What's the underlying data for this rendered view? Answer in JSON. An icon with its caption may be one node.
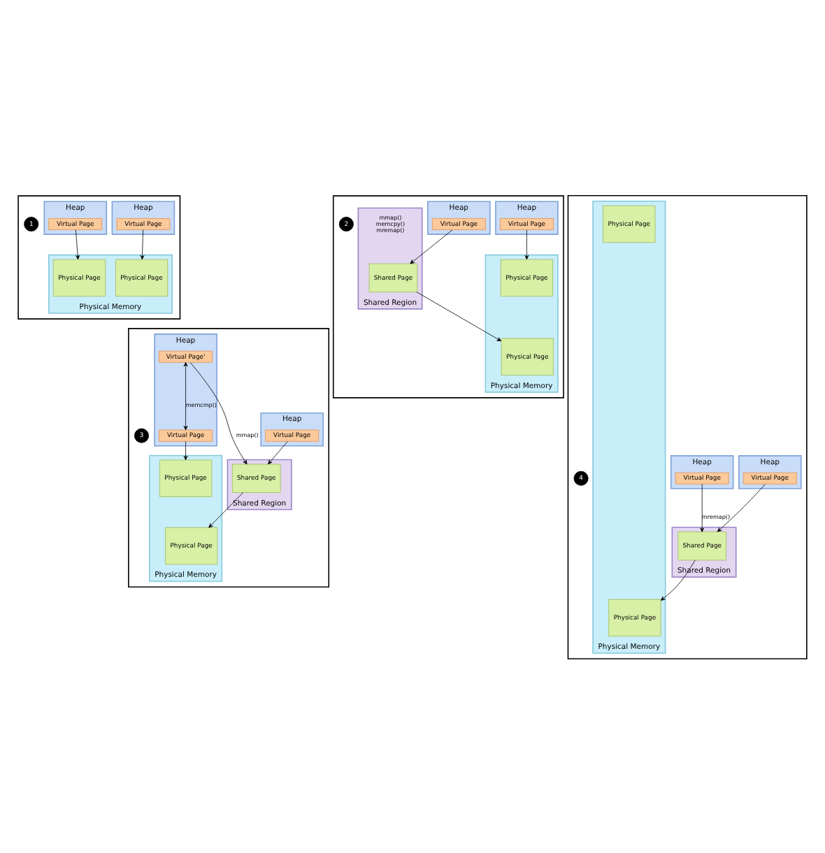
{
  "diagram": {
    "nodes": [
      {
        "text": [],
        "shape": "box"
      },
      {
        "text": [
          "1"
        ],
        "in": 0
      },
      {
        "text": [
          "Heap"
        ],
        "in": 0
      },
      {
        "text": [
          "Virtual Page"
        ],
        "in": 2
      },
      {
        "text": [
          "Heap"
        ],
        "in": 0
      },
      {
        "text": [
          "Virtual Page"
        ],
        "in": 4
      },
      {
        "text": [
          "Physical Memory"
        ],
        "in": 0
      },
      {
        "text": [
          "Physical Page"
        ],
        "in": 6
      },
      {
        "text": [
          "Physical Page"
        ],
        "in": 6
      },
      {
        "text": [],
        "shape": "box"
      },
      {
        "text": [
          "2"
        ],
        "in": 9
      },
      {
        "text": [
          "Heap"
        ],
        "in": 9
      },
      {
        "text": [
          "Virtual Page"
        ],
        "in": 11
      },
      {
        "text": [
          "Heap"
        ],
        "in": 9
      },
      {
        "text": [
          "Virtual Page"
        ],
        "in": 13
      },
      {
        "text": [
          "Shared Region"
        ],
        "in": 9,
        "beside": [
          "mmap() memcpy() mremap()"
        ]
      },
      {
        "text": [
          "Shared Page"
        ],
        "in": 15
      },
      {
        "text": [
          "Physical Memory"
        ],
        "in": 9
      },
      {
        "text": [
          "Physical Page"
        ],
        "in": 17
      },
      {
        "text": [
          "Physical Page"
        ],
        "in": 17
      },
      {
        "text": [],
        "shape": "box"
      },
      {
        "text": [
          "3"
        ],
        "in": 20
      },
      {
        "text": [
          "Heap"
        ],
        "in": 20
      },
      {
        "text": [
          "Virtual Page"
        ],
        "in": 22
      },
      {
        "text": [
          "Heap"
        ],
        "in": 20
      },
      {
        "text": [
          "Virtual Page'"
        ],
        "in": 24
      },
      {
        "text": [
          "Virtual Page"
        ],
        "in": 24
      },
      {
        "text": [
          "Shared Region"
        ],
        "in": 20
      },
      {
        "text": [
          "Shared Page"
        ],
        "in": 27
      },
      {
        "text": [
          "Physical Memory"
        ],
        "in": 20
      },
      {
        "text": [
          "Physical Page"
        ],
        "in": 29
      },
      {
        "text": [
          "Physical Page"
        ],
        "in": 29
      },
      {
        "text": [],
        "shape": "box"
      },
      {
        "text": [
          "4"
        ],
        "in": 32
      },
      {
        "text": [
          "Heap"
        ],
        "in": 32
      },
      {
        "text": [
          "Virtual Page"
        ],
        "in": 34
      },
      {
        "text": [
          "Heap"
        ],
        "in": 32
      },
      {
        "text": [
          "Virtual Page"
        ],
        "in": 36
      },
      {
        "text": [
          "Shared Region"
        ],
        "in": 32
      },
      {
        "text": [
          "Shared Page"
        ],
        "in": 38
      },
      {
        "text": [
          "Physical Memory"
        ],
        "in": 32
      },
      {
        "text": [
          "Physical Page"
        ],
        "in": 40
      },
      {
        "text": [
          "Physical Page"
        ],
        "in": 40
      }
    ],
    "edges": [
      {
        "from": 3,
        "to": 7,
        "arrow": "to"
      },
      {
        "from": 5,
        "to": 8,
        "arrow": "to"
      },
      {
        "from": 12,
        "to": 16,
        "arrow": "to"
      },
      {
        "from": 16,
        "to": 18,
        "arrow": "to"
      },
      {
        "from": 14,
        "to": 19,
        "arrow": "to"
      },
      {
        "from": 23,
        "to": 28,
        "arrow": "to"
      },
      {
        "from": 25,
        "to": 28,
        "arrow": "to",
        "label": "mmap()"
      },
      {
        "from": 28,
        "to": 30,
        "arrow": "to"
      },
      {
        "from": 26,
        "to": 31,
        "arrow": "to"
      },
      {
        "from": 25,
        "to": 26,
        "arrow": "both",
        "label": "memcmp()"
      },
      {
        "from": 35,
        "to": 39,
        "arrow": "to"
      },
      {
        "from": 37,
        "to": 39,
        "arrow": "to",
        "label": "mremap()"
      },
      {
        "from": 39,
        "to": 41,
        "arrow": "to"
      }
    ]
  }
}
